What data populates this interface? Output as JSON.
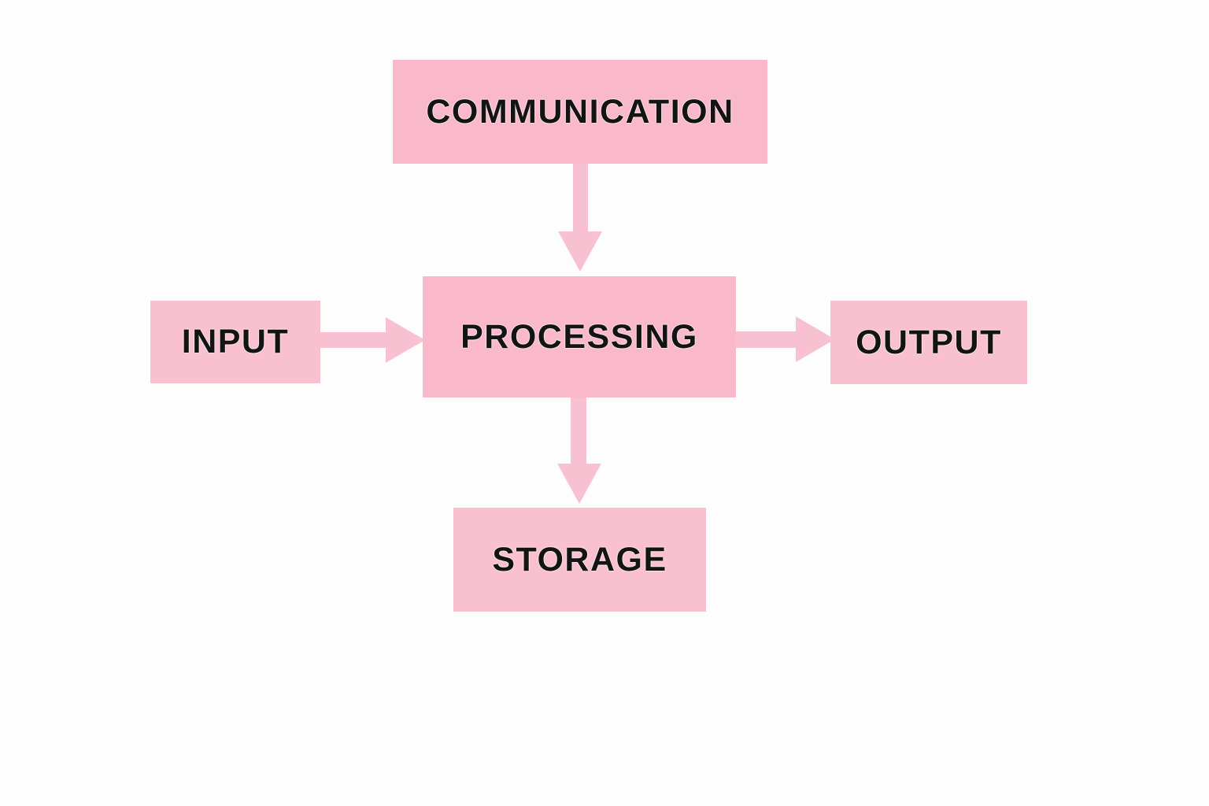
{
  "diagram": {
    "type": "flow-diagram",
    "nodes": {
      "communication": {
        "label": "COMMUNICATION"
      },
      "input": {
        "label": "INPUT"
      },
      "processing": {
        "label": "PROCESSING"
      },
      "output": {
        "label": "OUTPUT"
      },
      "storage": {
        "label": "STORAGE"
      }
    },
    "edges": [
      {
        "from": "COMMUNICATION",
        "to": "PROCESSING",
        "direction": "down"
      },
      {
        "from": "INPUT",
        "to": "PROCESSING",
        "direction": "right"
      },
      {
        "from": "PROCESSING",
        "to": "OUTPUT",
        "direction": "right"
      },
      {
        "from": "PROCESSING",
        "to": "STORAGE",
        "direction": "down"
      }
    ],
    "colors": {
      "background": "#fefdfd",
      "node_fill": "#f9b9cb",
      "node_fill_light": "#f9c1cf",
      "arrow_fill": "#f8c1d1",
      "text": "#141414"
    }
  }
}
